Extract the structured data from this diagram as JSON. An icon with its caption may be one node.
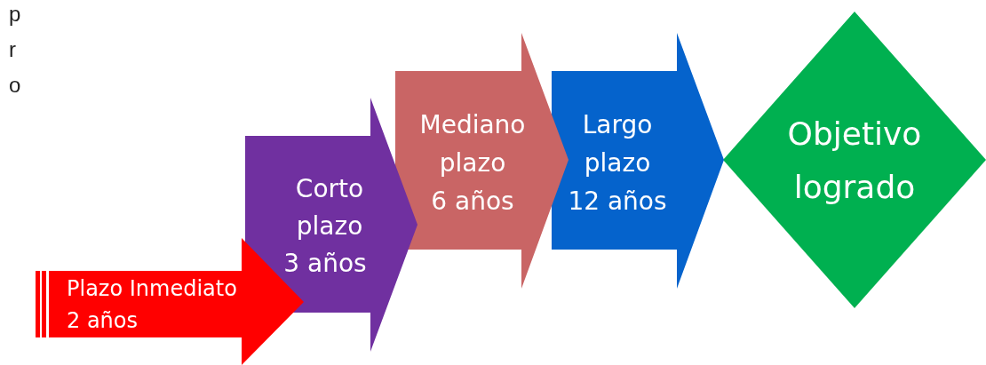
{
  "diagram": {
    "nodes": [
      {
        "text": [
          "Plazo Inmediato",
          "2 años"
        ]
      },
      {
        "text": [
          "Corto plazo",
          "3 años"
        ]
      },
      {
        "text": [
          "Mediano plazo",
          "6 años"
        ]
      },
      {
        "text": [
          "Largo plazo",
          "12 años"
        ]
      },
      {
        "text": [
          "Objetivo logrado"
        ]
      }
    ],
    "labels": [
      "p",
      "r",
      "o"
    ]
  }
}
